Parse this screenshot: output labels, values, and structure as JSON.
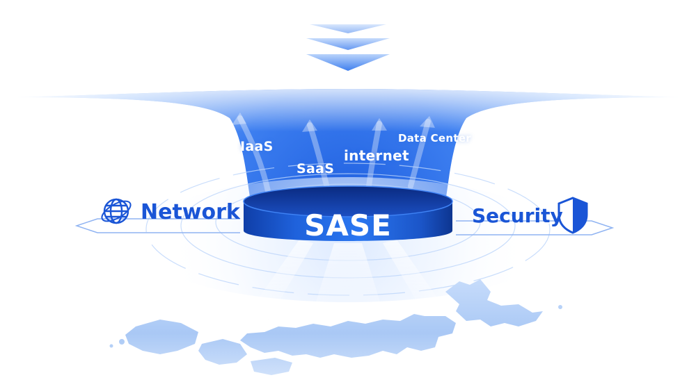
{
  "diagram": {
    "center_label": "SASE",
    "left_label": "Network",
    "right_label": "Security",
    "cloud_labels": {
      "iaas": "IaaS",
      "saas": "SaaS",
      "internet": "internet",
      "data_center": "Data Center"
    }
  },
  "colors": {
    "primary_blue": "#1a55d6",
    "funnel_blue": "#2f6fe8",
    "light_blue": "#b9d4fb"
  },
  "icons": {
    "network": "globe-icon",
    "security": "shield-icon",
    "flow": "chevron-down-icon"
  }
}
